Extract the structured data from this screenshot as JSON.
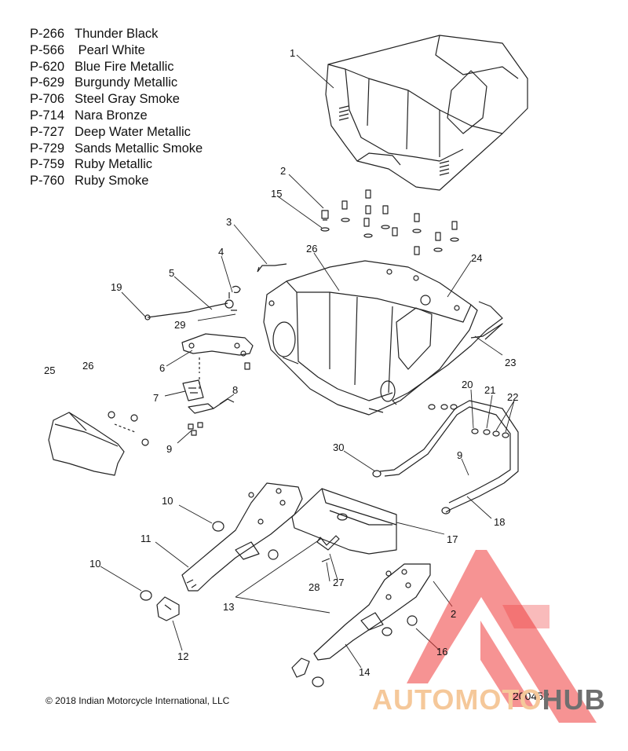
{
  "legend": [
    {
      "code": "P-266",
      "name": "Thunder Black"
    },
    {
      "code": "P-566",
      "name": " Pearl White"
    },
    {
      "code": "P-620",
      "name": "Blue Fire Metallic"
    },
    {
      "code": "P-629",
      "name": "Burgundy Metallic"
    },
    {
      "code": "P-706",
      "name": "Steel Gray Smoke"
    },
    {
      "code": "P-714",
      "name": "Nara Bronze"
    },
    {
      "code": "P-727",
      "name": "Deep Water Metallic"
    },
    {
      "code": "P-729",
      "name": "Sands Metallic Smoke"
    },
    {
      "code": "P-759",
      "name": "Ruby Metallic"
    },
    {
      "code": "P-760",
      "name": "Ruby Smoke"
    }
  ],
  "callouts": [
    "1",
    "2",
    "15",
    "3",
    "4",
    "5",
    "19",
    "26",
    "24",
    "29",
    "6",
    "23",
    "25",
    "26",
    "7",
    "8",
    "20",
    "21",
    "22",
    "9",
    "30",
    "9",
    "10",
    "17",
    "18",
    "11",
    "28",
    "27",
    "10",
    "13",
    "2",
    "16",
    "12",
    "14"
  ],
  "copyright": "© 2018 Indian Motorcycle International, LLC",
  "part_number": "200452",
  "watermark": {
    "part1": "AUTOMOTO",
    "part2": "HUB",
    "color_primary": "#ef3b3b",
    "color_accent": "#f5a14a"
  }
}
